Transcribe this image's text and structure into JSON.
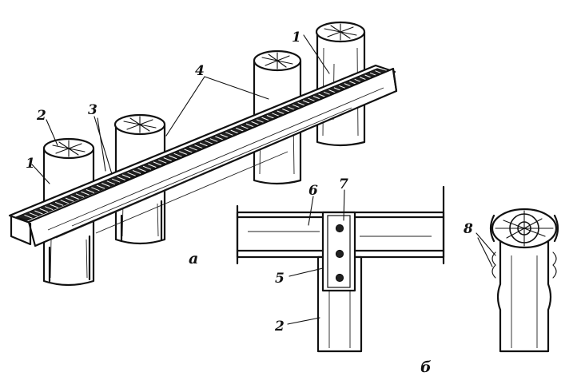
{
  "figure": {
    "view_a_label": "а",
    "view_b_label": "б",
    "callouts": {
      "c1_left": "1",
      "c1_right": "1",
      "c2_top": "2",
      "c2_bottom": "2",
      "c3": "3",
      "c4": "4",
      "c5": "5",
      "c6": "6",
      "c7": "7",
      "c8": "8"
    }
  },
  "colors": {
    "ink": "#111111",
    "paper": "#ffffff"
  }
}
